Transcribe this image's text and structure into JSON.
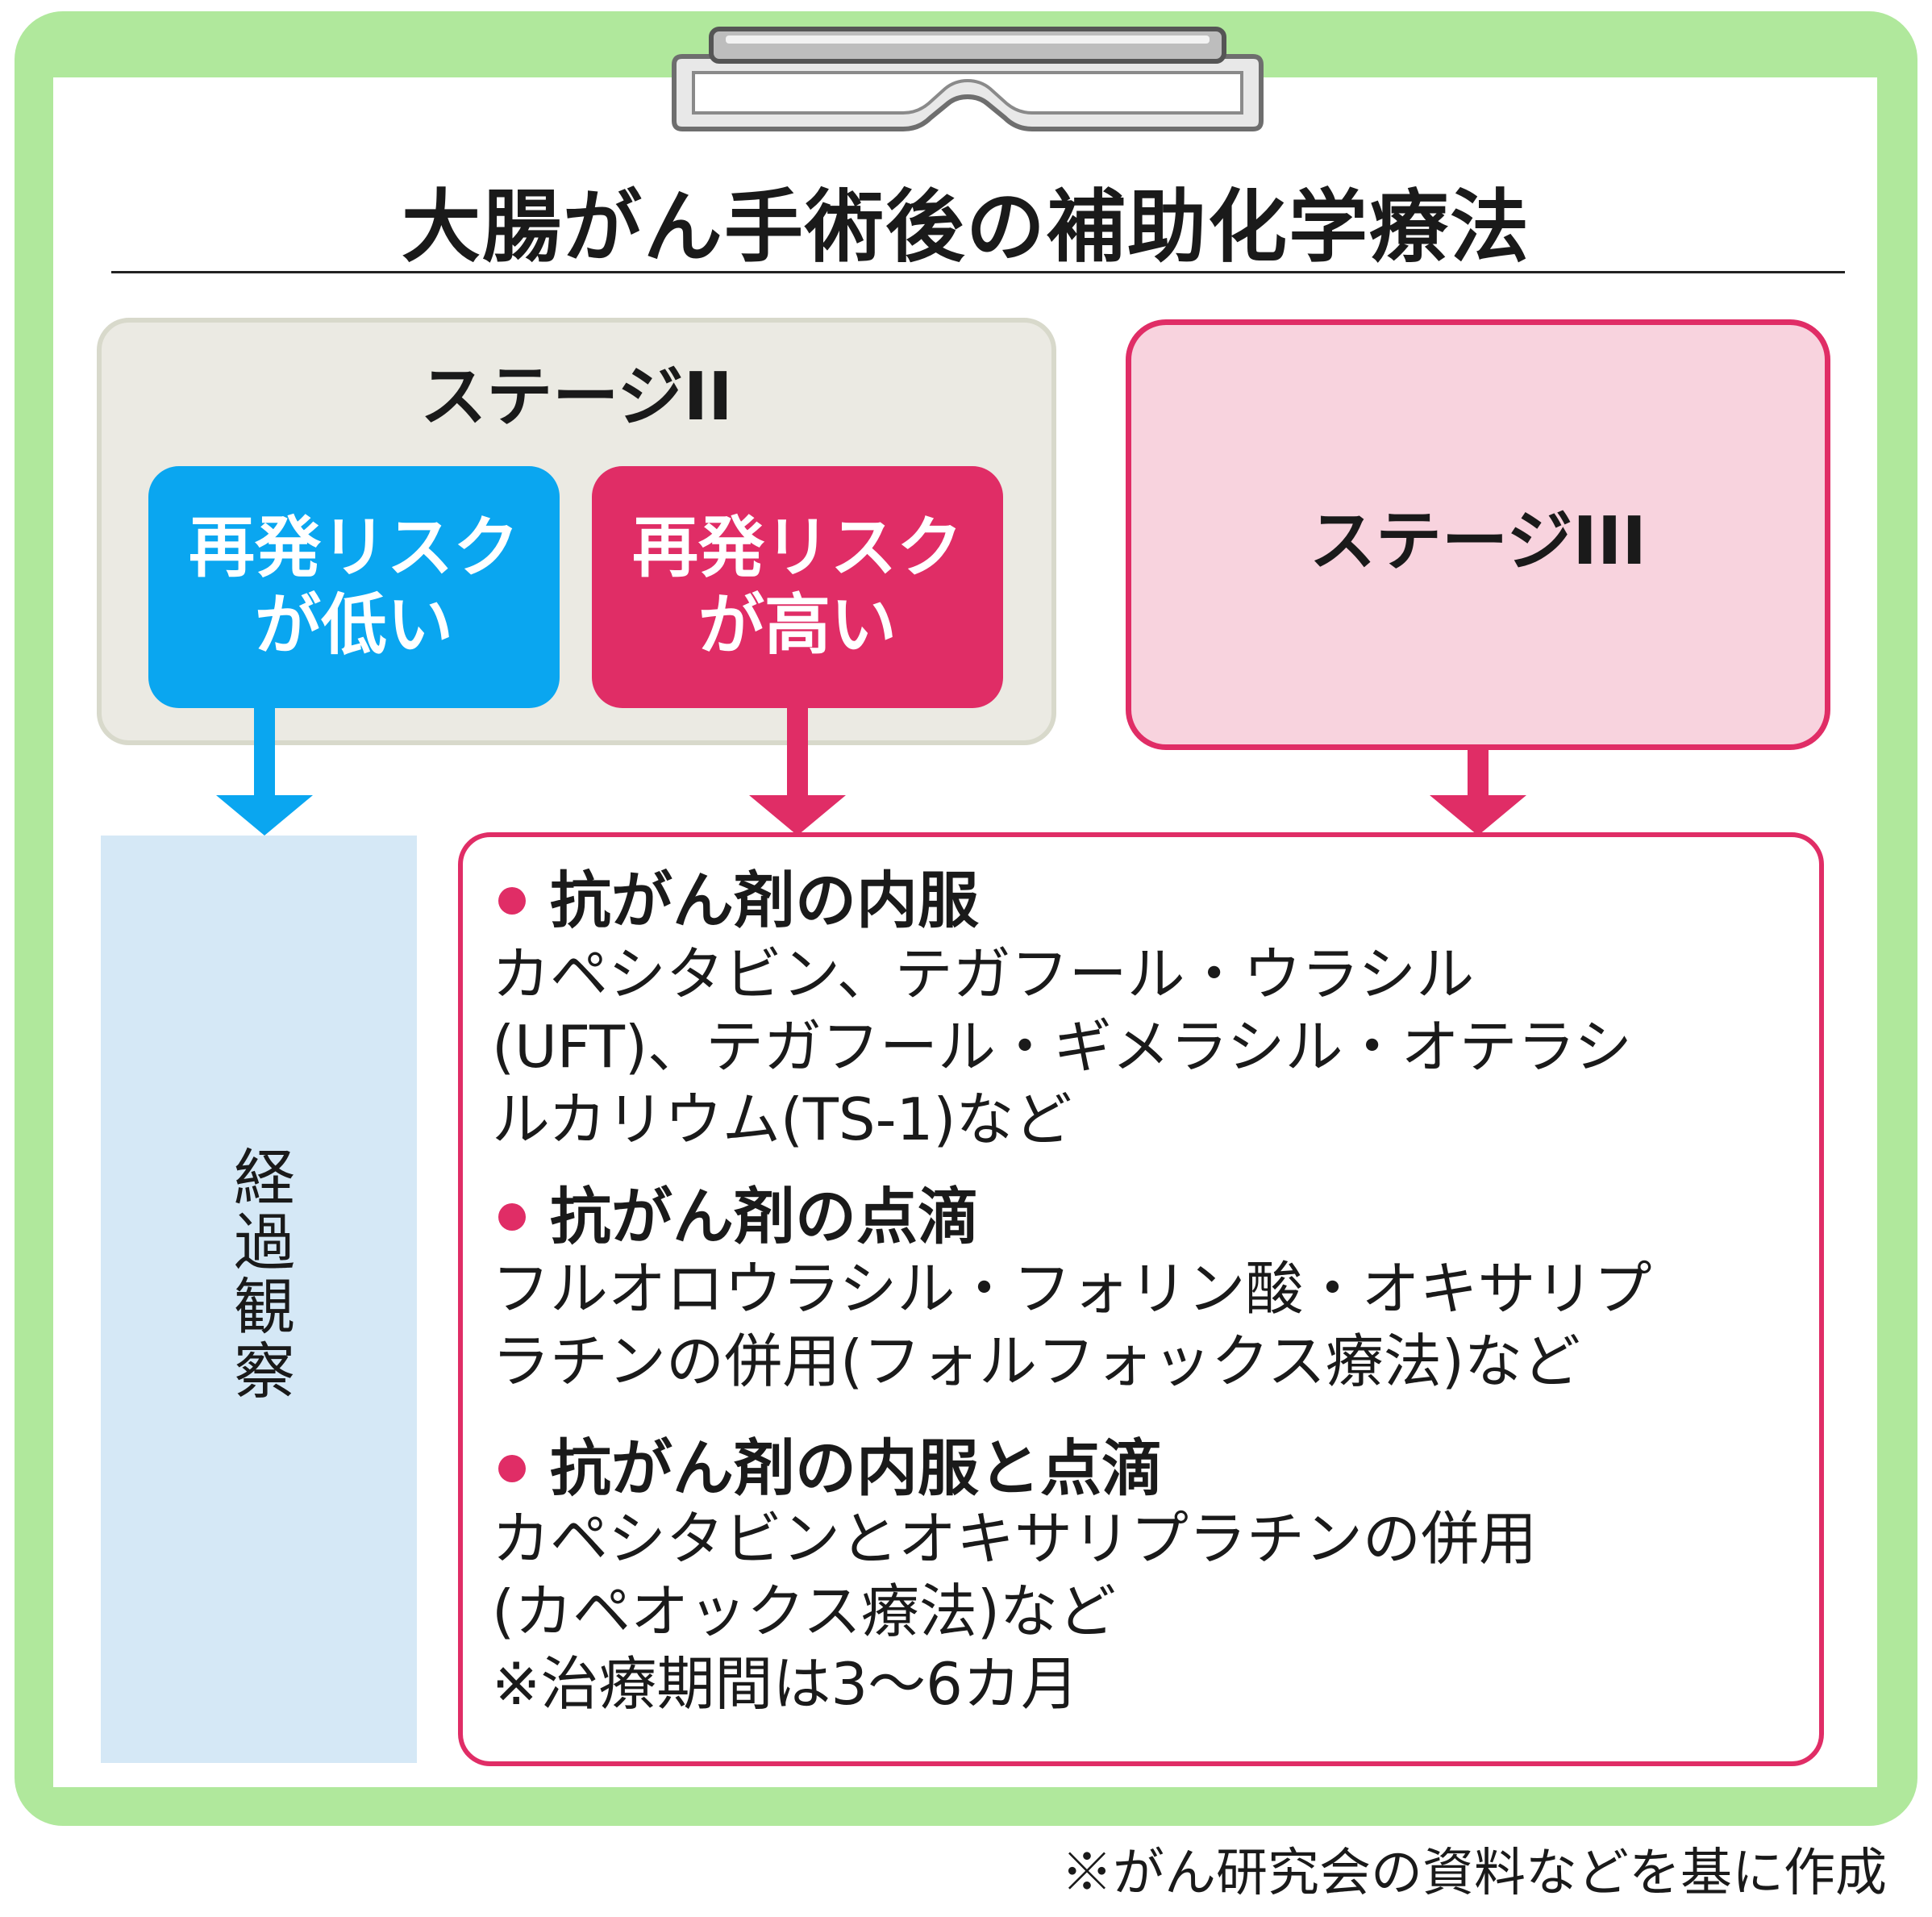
{
  "title": "大腸がん手術後の補助化学療法",
  "stage2": {
    "label": "ステージII",
    "risk_low": {
      "line1": "再発リスク",
      "line2": "が低い",
      "color": "#0aa6f0"
    },
    "risk_high": {
      "line1": "再発リスク",
      "line2": "が高い",
      "color": "#e02d66"
    }
  },
  "stage3": {
    "label": "ステージIII",
    "color": "#f8d3de"
  },
  "observation": {
    "label": "経過観察"
  },
  "treatments": [
    {
      "heading": "抗がん剤の内服",
      "lines": [
        "カペシタビン、テガフール・ウラシル",
        "(UFT)、テガフール・ギメラシル・オテラシ",
        "ルカリウム(TS-1)など"
      ]
    },
    {
      "heading": "抗がん剤の点滴",
      "lines": [
        "フルオロウラシル・フォリン酸・オキサリプ",
        "ラチンの併用(フォルフォックス療法)など"
      ]
    },
    {
      "heading": "抗がん剤の内服と点滴",
      "lines": [
        "カペシタビンとオキサリプラチンの併用",
        "(カペオックス療法)など",
        "※治療期間は3〜6カ月"
      ]
    }
  ],
  "source": "※がん研究会の資料などを基に作成",
  "colors": {
    "frame": "#b0e89c",
    "accent": "#e02d66",
    "blue": "#0aa6f0",
    "observe_bg": "#d5e8f6"
  }
}
